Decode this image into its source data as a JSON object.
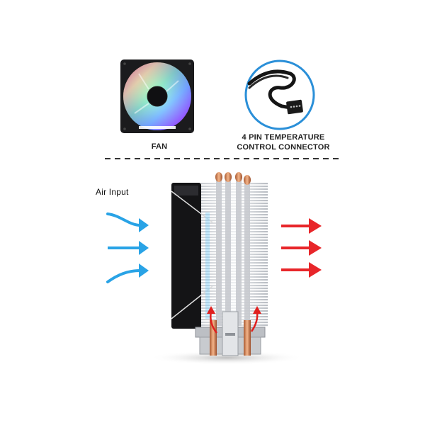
{
  "top_section": {
    "fan": {
      "label": "FAN",
      "icon": "rgb-fan-icon"
    },
    "connector": {
      "label_line1": "4 PIN TEMPERATURE",
      "label_line2": "CONTROL CONNECTOR",
      "icon": "cable-connector-icon",
      "ring_color": "#2a8fd8"
    }
  },
  "divider": {
    "style": "dashed"
  },
  "airflow_diagram": {
    "air_input_label": "Air Input",
    "input_arrow_color": "#29a3e6",
    "output_arrow_color": "#e8262a",
    "input_arrows": 3,
    "output_arrows": 3,
    "heatpipes": 4
  }
}
